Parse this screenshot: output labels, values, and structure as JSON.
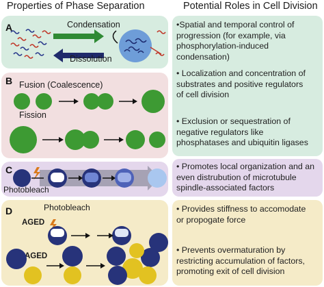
{
  "headers": {
    "left": "Properties of Phase Separation",
    "right": "Potential Roles in Cell Division"
  },
  "panels": {
    "a": {
      "label": "A",
      "condensation": "Condensation",
      "dissolution": "Dissolution",
      "color": "#d7ece0"
    },
    "b": {
      "label": "B",
      "fusion": "Fusion (Coalescence)",
      "fission": "Fission",
      "color": "#f2dfe0"
    },
    "c": {
      "label": "C",
      "photobleach": "Photobleach",
      "color": "#e4d7ec"
    },
    "d": {
      "label": "D",
      "photobleach": "Photobleach",
      "aged_top": "AGED",
      "aged_bottom": "AGED",
      "color": "#f5ebc8"
    }
  },
  "roles": [
    {
      "lines": [
        "•Spatial and temporal control of",
        "progression (for example, via",
        "phosphorylation-induced",
        "condensation)"
      ],
      "color": "#d7ece0"
    },
    {
      "lines": [
        "• Localization and concentration of",
        "substrates and positive regulators",
        "of cell division"
      ],
      "color": "#d7ece0"
    },
    {
      "lines": [
        "• Exclusion or sequestration of",
        "negative regulators like",
        "phosphatases and ubiquitin ligases"
      ],
      "color": "#d7ece0"
    },
    {
      "lines": [
        "• Promotes local organization and an",
        "even distrubution of microtubule",
        "spindle-associated factors"
      ],
      "color": "#e4d7ec"
    },
    {
      "lines": [
        "• Provides stiffness to accomodate",
        "or propogate force"
      ],
      "color": "#f5ebc8"
    },
    {
      "lines": [
        "• Prevents overmaturation by",
        "restricting accumulation of factors,",
        "promoting exit of cell division"
      ],
      "color": "#f5ebc8"
    }
  ],
  "colors": {
    "droplet_green": "#3d9a33",
    "navy": "#27337a",
    "gold": "#e2c221",
    "arrow_green": "#2f8a34",
    "arrow_navy": "#1f2a6b",
    "lightning": "#d97a1c"
  }
}
